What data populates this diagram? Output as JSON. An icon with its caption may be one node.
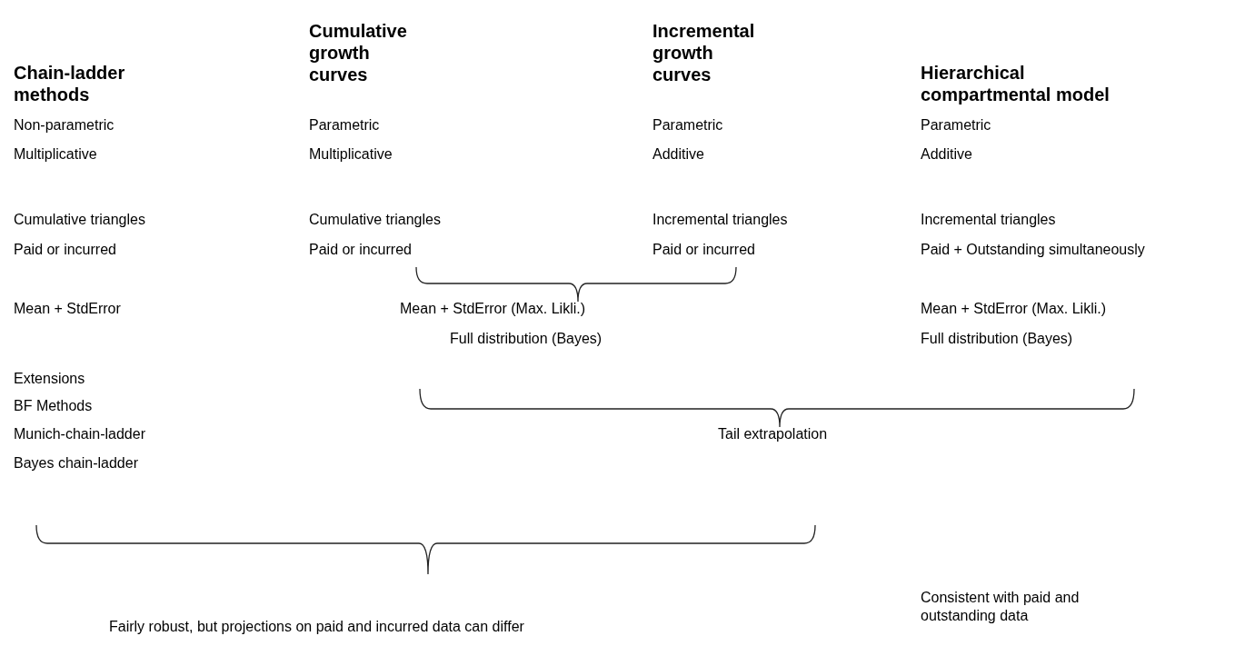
{
  "diagram": {
    "labels": [
      "Chain-ladder methods",
      "Cumulative growth curves",
      "Incremental growth curves",
      "Hierarchical compartmental model",
      "Non-parametric",
      "Parametric",
      "Parametric",
      "Parametric",
      "Multiplicative",
      "Multiplicative",
      "Additive",
      "Additive",
      "Cumulative triangles",
      "Cumulative triangles",
      "Incremental triangles",
      "Incremental triangles",
      "Paid or incurred",
      "Paid or incurred",
      "Paid or incurred",
      "Paid + Outstanding simultaneously",
      "Mean + StdError",
      "Mean + StdError (Max. Likli.)",
      "Mean + StdError (Max. Likli.)",
      "Full distribution (Bayes)",
      "Full distribution (Bayes)",
      "Extensions",
      "BF Methods",
      "Munich-chain-ladder",
      "Tail extrapolation",
      "Bayes chain-ladder",
      "Consistent with paid and outstanding data",
      "Fairly robust, but projections on paid and incurred data can differ"
    ]
  }
}
